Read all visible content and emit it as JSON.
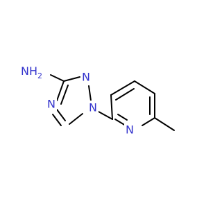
{
  "molecule": {
    "colors": {
      "bond": "#000000",
      "nitrogen": "#3333cc",
      "background": "#ffffff"
    },
    "labels": {
      "amine": "NH2",
      "amine_main": "NH",
      "amine_subscript": "2",
      "triazole_n1": "N",
      "triazole_n2": "N",
      "triazole_n4": "N",
      "pyridine_n": "N"
    }
  }
}
